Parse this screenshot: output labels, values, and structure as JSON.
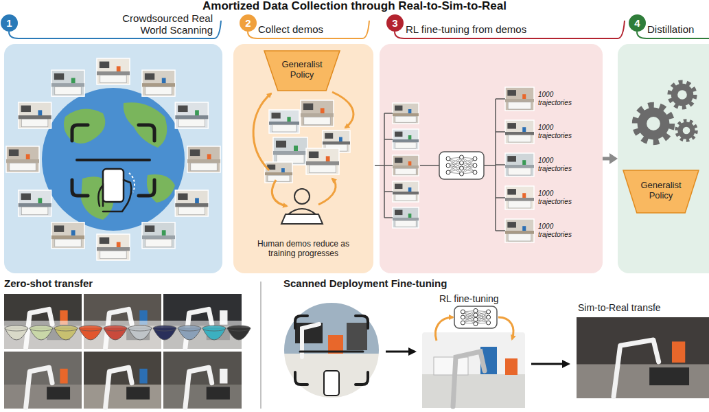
{
  "diagram": {
    "title": "Amortized Data Collection through Real-to-Sim-to-Real",
    "nodes": [
      {
        "text": [
          "1"
        ]
      },
      {
        "text": [
          "Crowdsourced Real World Scanning"
        ]
      },
      {
        "text": [
          "2"
        ]
      },
      {
        "text": [
          "Collect demos",
          "Human demos reduce as training progresses"
        ]
      },
      {
        "text": [
          "Generalist Policy"
        ],
        "in": 3
      },
      {
        "text": [
          "3"
        ]
      },
      {
        "text": [
          "RL fine-tuning from demos"
        ]
      },
      {
        "text": [
          "4"
        ]
      },
      {
        "text": [
          "Distillation"
        ]
      },
      {
        "text": [
          "Generalist Policy"
        ],
        "in": 8
      }
    ],
    "edges": [
      {
        "from": 6,
        "to": 8,
        "arrow": "to"
      }
    ],
    "labels": [
      "1000 trajectories",
      "1000 trajectories",
      "1000 trajectories",
      "1000 trajectories",
      "1000 trajectories",
      "Zero-shot transfer",
      "Scanned Deployment Fine-tuning",
      "RL fine-tuning",
      "Sim-to-Real transfe"
    ]
  }
}
